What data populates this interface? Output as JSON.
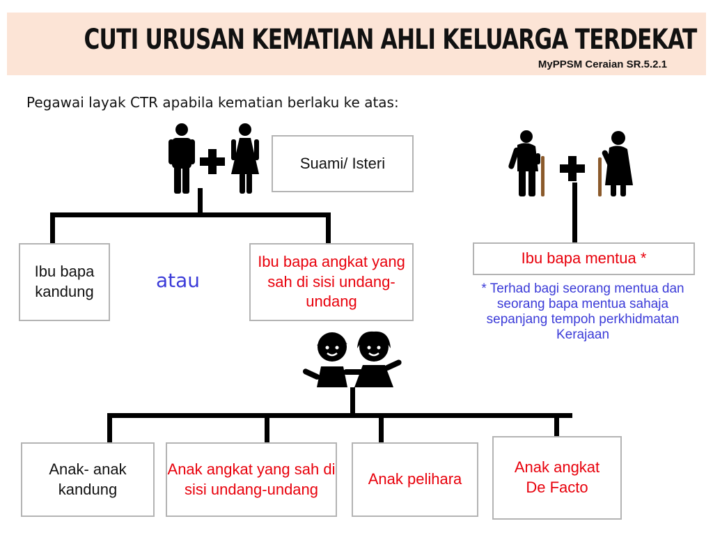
{
  "header": {
    "title": "CUTI URUSAN KEMATIAN AHLI KELUARGA TERDEKAT",
    "subtitle": "MyPPSM Ceraian SR.5.2.1"
  },
  "intro": "Pegawai layak CTR apabila kematian berlaku ke atas:",
  "spouse": {
    "label": "Suami/ Isteri"
  },
  "parents": {
    "biological": "Ibu bapa kandung",
    "connector": "atau",
    "adoptive": "Ibu bapa angkat yang sah di sisi undang-undang"
  },
  "in_laws": {
    "label": "Ibu bapa mentua *",
    "note": "* Terhad bagi seorang mentua dan seorang bapa mentua sahaja sepanjang tempoh perkhidmatan Kerajaan"
  },
  "children": {
    "items": [
      "Anak- anak kandung",
      "Anak angkat yang sah di sisi undang-undang",
      "Anak pelihara",
      "Anak angkat De Facto"
    ]
  },
  "icons": [
    "man-icon",
    "plus-icon",
    "woman-icon",
    "old-man-icon",
    "old-woman-icon",
    "children-icon"
  ],
  "colors": {
    "banner": "#fce4d6",
    "red_text": "#e8000b",
    "blue_text": "#3b3bd8",
    "box_border": "#b3b3b3"
  }
}
